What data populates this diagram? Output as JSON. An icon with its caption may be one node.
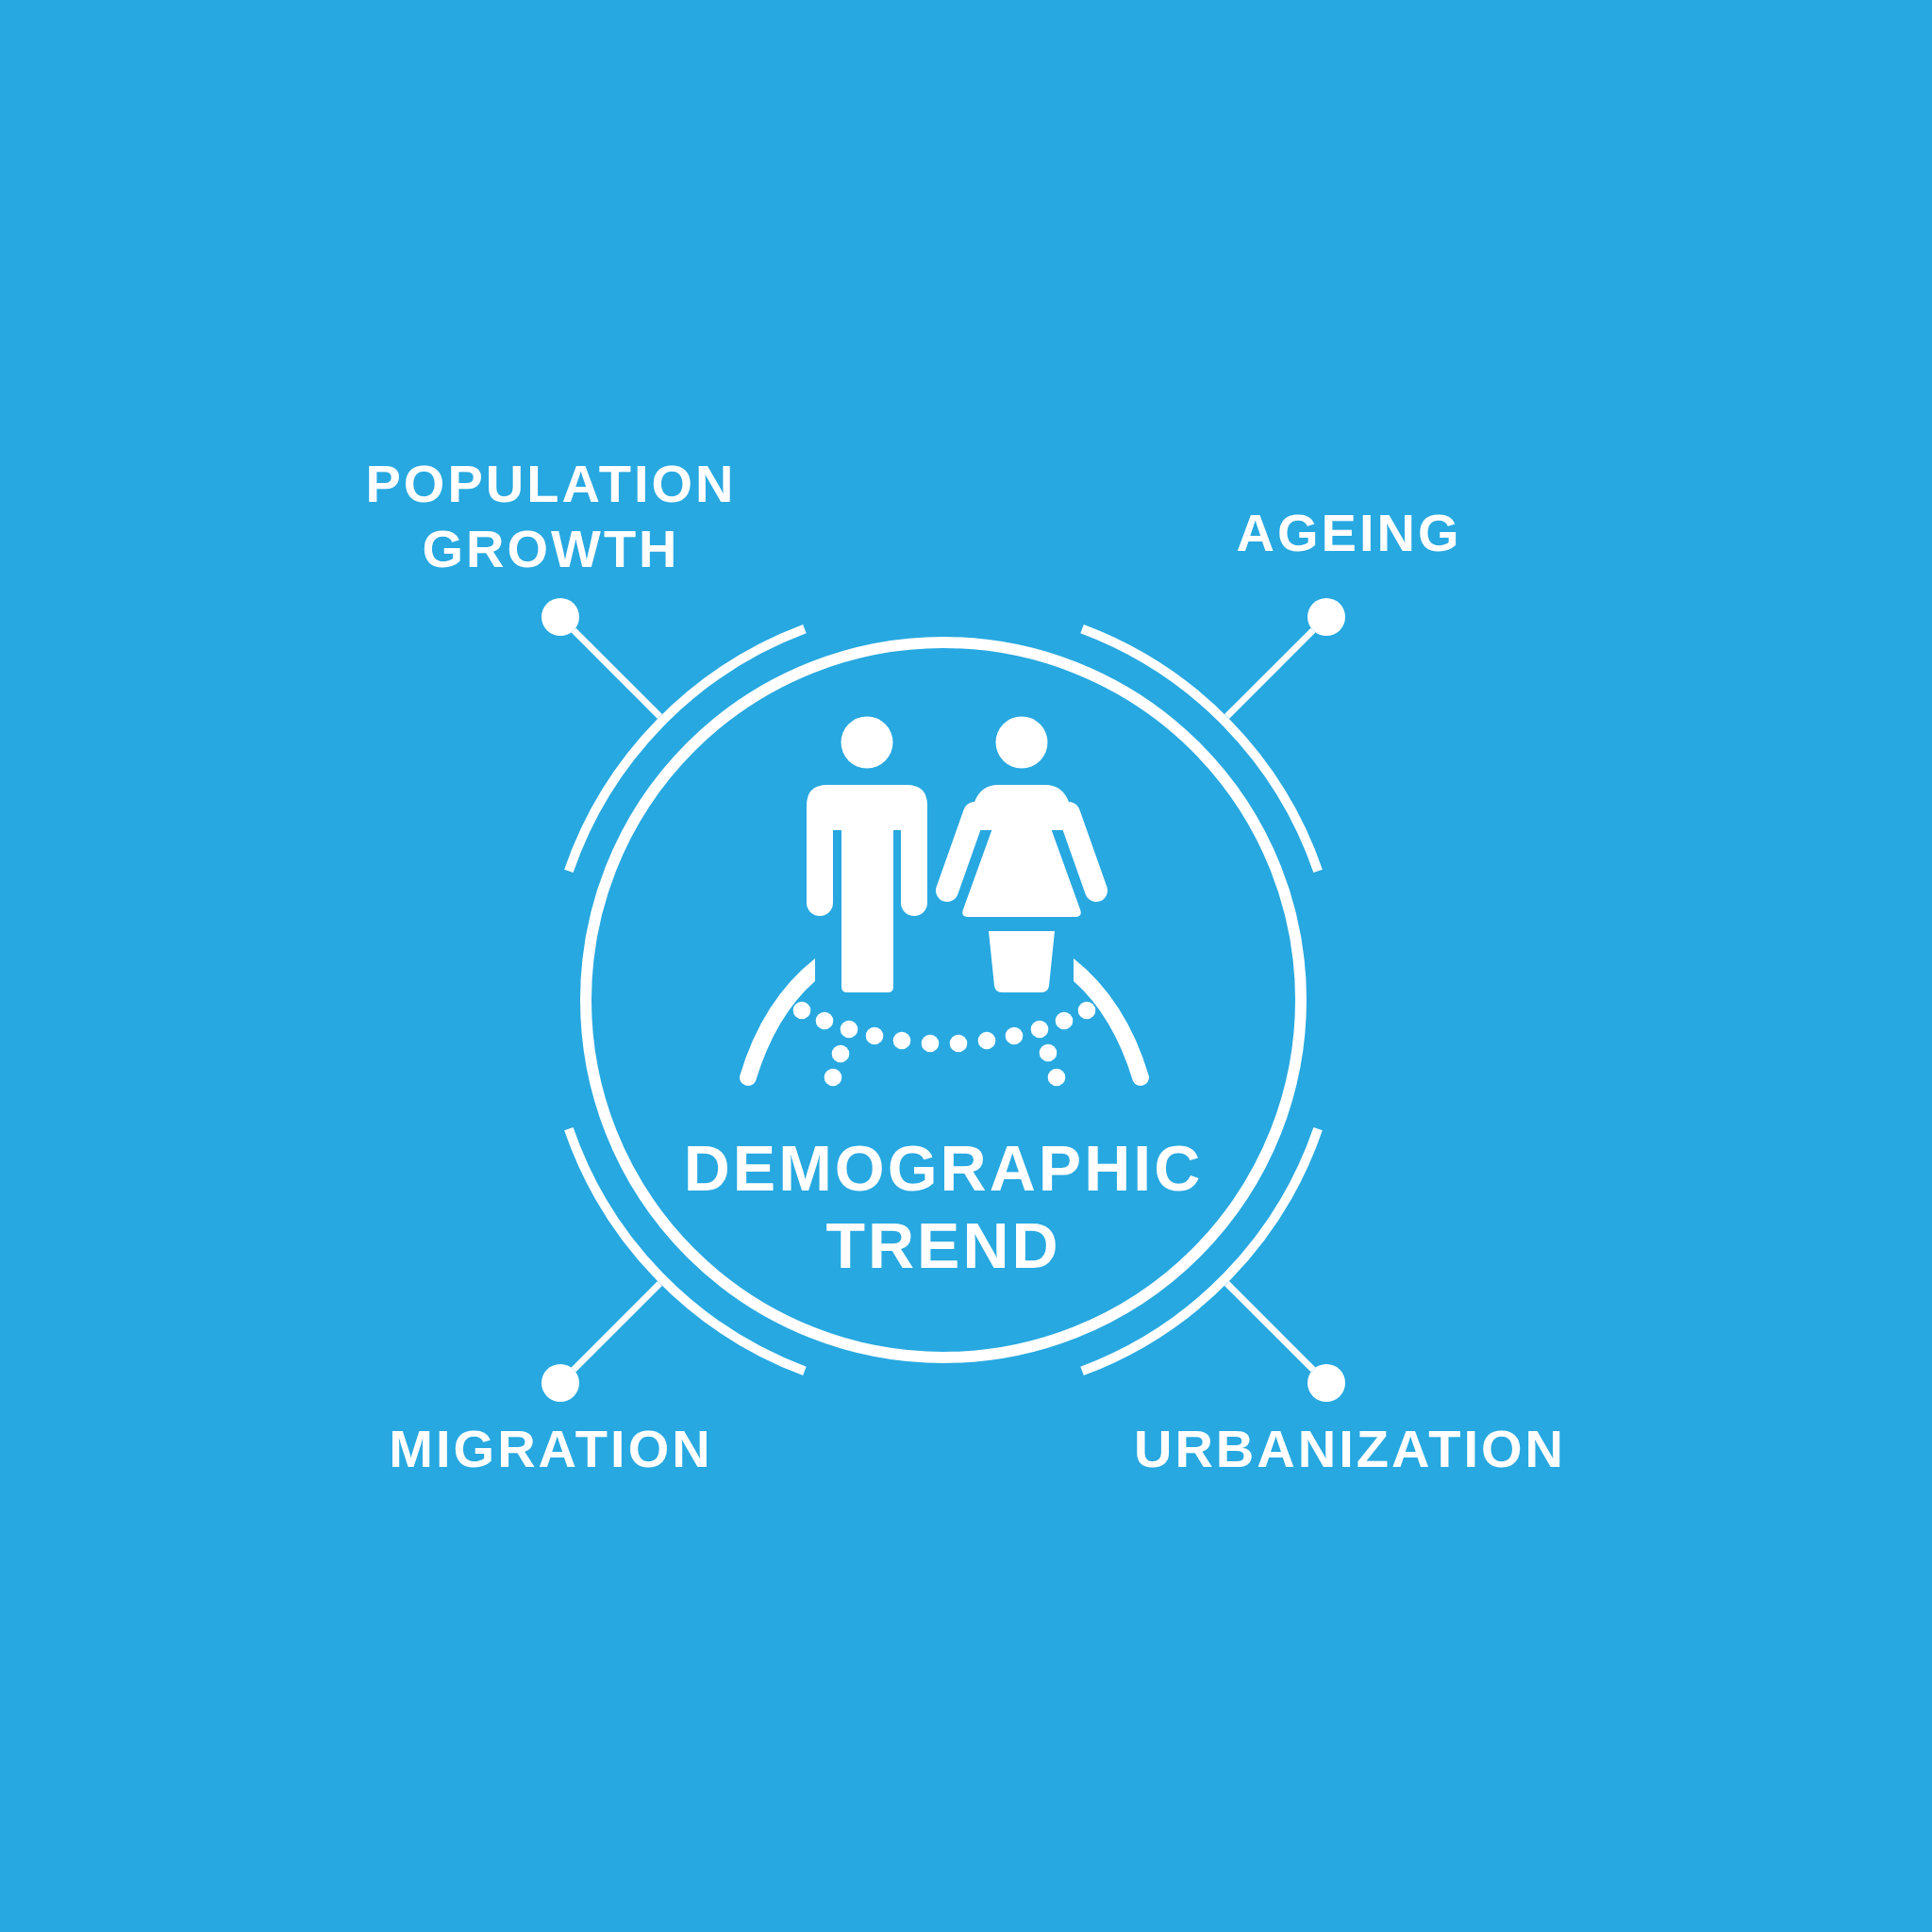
{
  "diagram": {
    "nodes": [
      {
        "text": [
          "DEMOGRAPHIC TREND"
        ]
      },
      {
        "text": [],
        "shape": "circle",
        "beside": [
          "POPULATION GROWTH"
        ]
      },
      {
        "text": [],
        "shape": "circle",
        "beside": [
          "AGEING"
        ]
      },
      {
        "text": [],
        "shape": "circle",
        "beside": [
          "MIGRATION"
        ]
      },
      {
        "text": [],
        "shape": "circle",
        "beside": [
          "URBANIZATION"
        ]
      }
    ],
    "edges": [
      {
        "from": 0,
        "to": 1,
        "arrow": "none"
      },
      {
        "from": 0,
        "to": 2,
        "arrow": "none"
      },
      {
        "from": 0,
        "to": 3,
        "arrow": "none"
      },
      {
        "from": 0,
        "to": 4,
        "arrow": "none"
      }
    ]
  }
}
